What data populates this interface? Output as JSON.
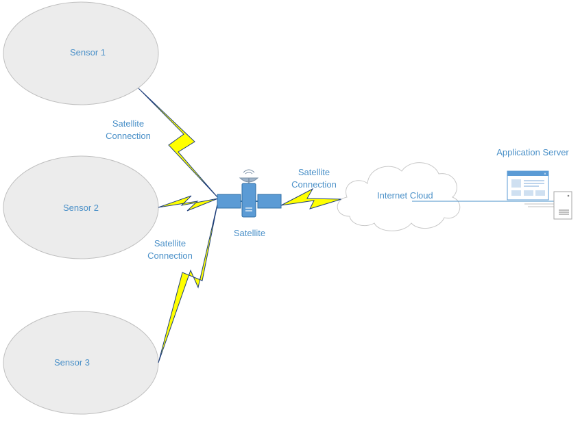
{
  "nodes": {
    "sensor1": "Sensor 1",
    "sensor2": "Sensor 2",
    "sensor3": "Sensor 3",
    "satellite": "Satellite",
    "cloud": "Internet Cloud",
    "server": "Application Server"
  },
  "links": {
    "sensor1_link": [
      "Satellite",
      "Connection"
    ],
    "sensor3_link": [
      "Satellite",
      "Connection"
    ],
    "cloud_link": [
      "Satellite",
      "Connection"
    ]
  },
  "colors": {
    "sensor_fill": "#ececec",
    "sensor_stroke": "#bfbfbf",
    "label_text": "#4a90c8",
    "lightning_fill": "#ffff00",
    "lightning_stroke": "#1f3f7a",
    "satellite_blue": "#5b9bd5",
    "cloud_stroke": "#c8c8c8"
  },
  "icons": [
    "satellite-icon",
    "cloud-icon",
    "application-server-icon",
    "lightning-bolt-icon"
  ]
}
